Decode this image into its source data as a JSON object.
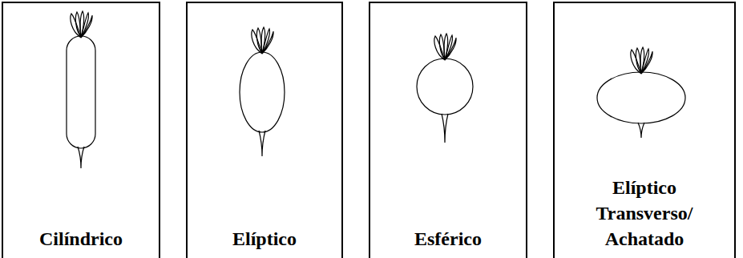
{
  "diagram": {
    "nodes": [
      {
        "text": [
          "Cilíndrico"
        ]
      },
      {
        "text": [
          "Elíptico"
        ]
      },
      {
        "text": [
          "Esférico"
        ]
      },
      {
        "text": [
          "Elíptico Transverso/ Achatado"
        ]
      }
    ]
  }
}
